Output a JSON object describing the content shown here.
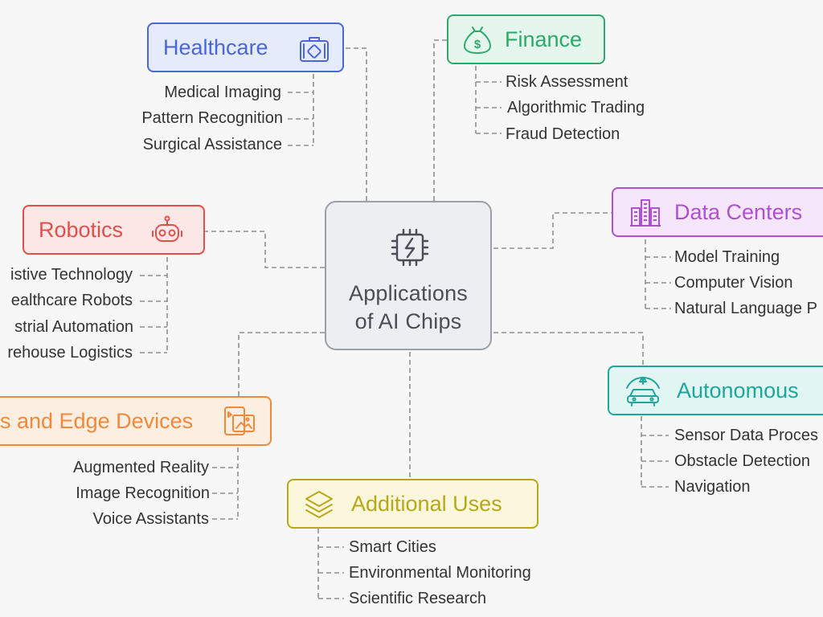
{
  "central": {
    "line1": "Applications",
    "line2": "of AI Chips",
    "icon": "chip-icon"
  },
  "branches": {
    "healthcare": {
      "label": "Healthcare",
      "color": "#4a67d6",
      "bg": "#e6ebfb",
      "icon": "medical-kit-icon",
      "items": [
        "Medical Imaging",
        "Pattern Recognition",
        "Surgical Assistance"
      ]
    },
    "finance": {
      "label": "Finance",
      "color": "#2fa86e",
      "bg": "#e5f6ec",
      "icon": "money-bag-icon",
      "items": [
        "Risk Assessment",
        "Algorithmic Trading",
        "Fraud Detection"
      ]
    },
    "data_centers": {
      "label": "Data Centers",
      "color": "#b04fd3",
      "bg": "#f5e6fb",
      "icon": "buildings-icon",
      "items": [
        "Model Training",
        "Computer Vision",
        "Natural Language P"
      ]
    },
    "robotics": {
      "label": "Robotics",
      "color": "#e0504b",
      "bg": "#fbe7e6",
      "icon": "robot-icon",
      "items": [
        "istive Technology",
        "ealthcare Robots",
        "strial Automation",
        "rehouse Logistics"
      ]
    },
    "autonomous": {
      "label": "Autonomous",
      "color": "#1ea79c",
      "bg": "#e1f5f2",
      "icon": "car-icon",
      "items": [
        "Sensor Data Proces",
        "Obstacle Detection",
        "Navigation"
      ]
    },
    "edge_devices": {
      "label": "s and Edge Devices",
      "color": "#f08a3a",
      "bg": "#fdeee2",
      "icon": "devices-icon",
      "items": [
        "Augmented Reality",
        "Image Recognition",
        "Voice Assistants"
      ]
    },
    "additional": {
      "label": "Additional Uses",
      "color": "#b9a716",
      "bg": "#faf7dc",
      "icon": "layers-icon",
      "items": [
        "Smart Cities",
        "Environmental Monitoring",
        "Scientific Research"
      ]
    }
  }
}
